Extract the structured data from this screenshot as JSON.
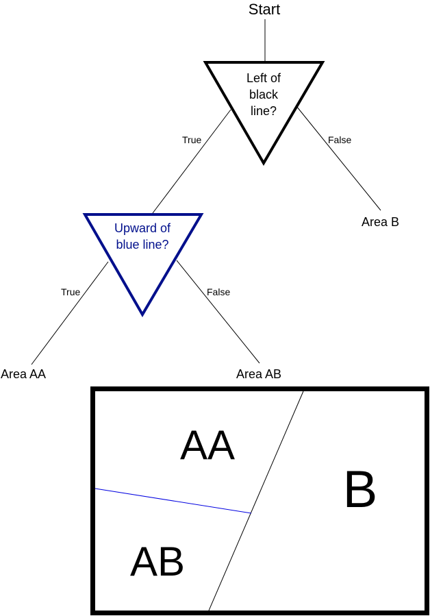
{
  "diagram": {
    "type": "decision-tree",
    "colors": {
      "primary": "#000000",
      "accent": "#000f8c",
      "background": "#ffffff",
      "split_line_blue": "#0000e0"
    },
    "root": {
      "label": "Start"
    },
    "nodes": [
      {
        "id": "q1",
        "question_lines": [
          "Left of",
          "black",
          "line?"
        ],
        "color": "#000000"
      },
      {
        "id": "q2",
        "question_lines": [
          "Upward of",
          "blue line?"
        ],
        "color": "#000f8c"
      }
    ],
    "edges": [
      {
        "from": "q1",
        "to": "q2",
        "label": "True"
      },
      {
        "from": "q1",
        "to": "area_b",
        "label": "False"
      },
      {
        "from": "q2",
        "to": "area_aa",
        "label": "True"
      },
      {
        "from": "q2",
        "to": "area_ab",
        "label": "False"
      }
    ],
    "leaves": {
      "area_b": "Area B",
      "area_aa": "Area AA",
      "area_ab": "Area AB"
    },
    "region_map": {
      "regions": {
        "aa": "AA",
        "ab": "AB",
        "b": "B"
      },
      "lines": [
        {
          "name": "black line",
          "color": "#000000"
        },
        {
          "name": "blue line",
          "color": "#0000e0"
        }
      ]
    }
  }
}
